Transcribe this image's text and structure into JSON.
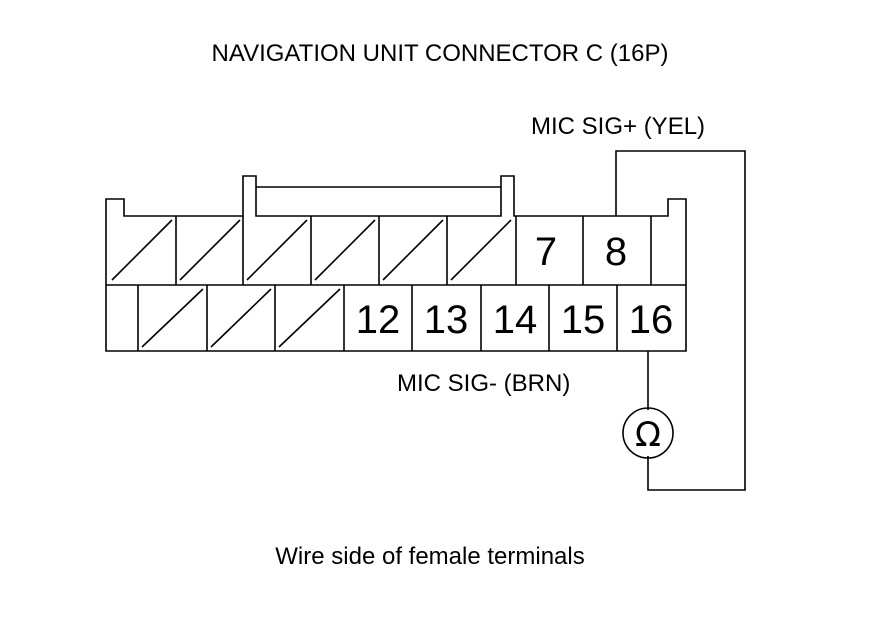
{
  "diagram": {
    "title": "NAVIGATION UNIT CONNECTOR C (16P)",
    "caption": "Wire side of female terminals",
    "labels": {
      "mic_sig_plus": "MIC SIG+ (YEL)",
      "mic_sig_minus": "MIC SIG- (BRN)"
    },
    "pins": {
      "p7": "7",
      "p8": "8",
      "p12": "12",
      "p13": "13",
      "p14": "14",
      "p15": "15",
      "p16": "16"
    },
    "meter_symbol": "Ω",
    "colors": {
      "line": "#000000",
      "background": "#ffffff"
    }
  }
}
